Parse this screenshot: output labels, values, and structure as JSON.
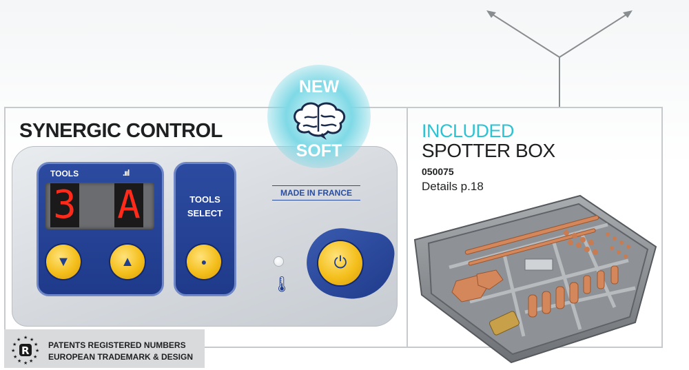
{
  "panel": {
    "title": "SYNERGIC CONTROL",
    "tools_label": "TOOLS",
    "signal_label": ".ııl",
    "digits": [
      "3",
      "A"
    ],
    "tools_select": [
      "TOOLS",
      "SELECT"
    ],
    "made_in": "MADE IN FRANCE",
    "buttons": {
      "down_icon": "triangle-down-icon",
      "up_icon": "triangle-up-icon",
      "select_icon": "dot-icon",
      "power_icon": "power-icon"
    }
  },
  "badge": {
    "top": "NEW",
    "bottom": "SOFT",
    "icon": "brain-icon"
  },
  "patents": {
    "line1": "PATENTS REGISTERED NUMBERS",
    "line2": "EUROPEAN TRADEMARK & DESIGN"
  },
  "spotter": {
    "included": "INCLUDED",
    "name": "SPOTTER BOX",
    "ref": "050075",
    "details": "Details p.18"
  },
  "colors": {
    "accent_cyan": "#2ec3d3",
    "panel_blue": "#1f3a8a",
    "button_yellow": "#f4bf1c",
    "digit_red": "#ff2a1a"
  }
}
